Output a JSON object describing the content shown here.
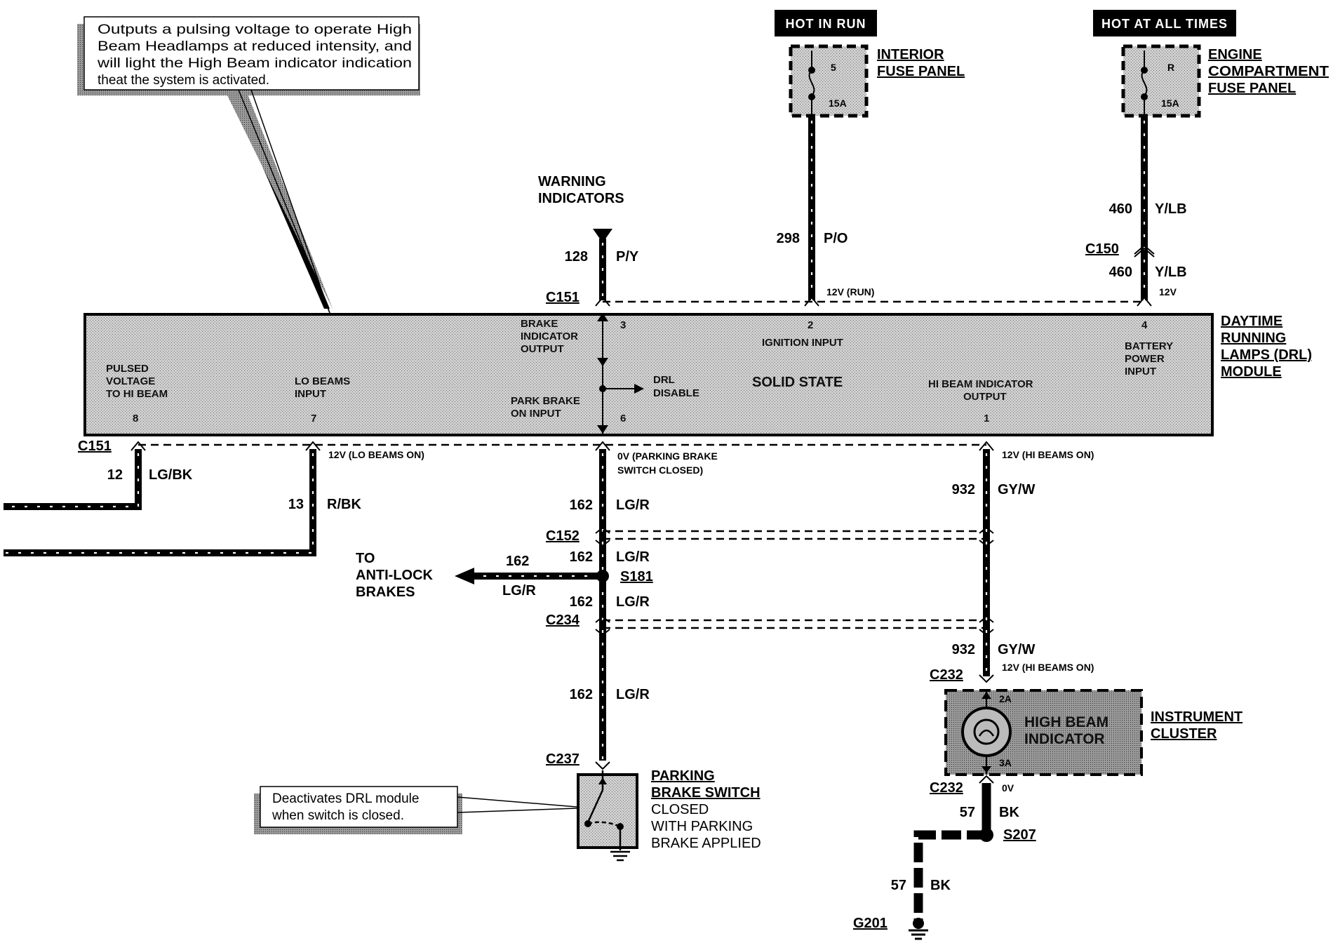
{
  "callouts": {
    "top_note": "Outputs a pulsing voltage to operate High Beam Headlamps at reduced intensity, and will light the High Beam indicator indication theat the system is activated.",
    "top_note_lines": [
      "Outputs a pulsing voltage to operate High",
      "Beam  Headlamps at reduced intensity, and",
      "will light the High Beam indicator indication",
      "theat the system is activated."
    ],
    "switch_note_lines": [
      "Deactivates DRL module",
      "when switch is closed."
    ]
  },
  "power": {
    "hot_in_run": "HOT IN RUN",
    "hot_at_all_times": "HOT AT ALL TIMES",
    "interior_fuse": {
      "number": "5",
      "rating": "15A",
      "panel_lines": [
        "INTERIOR",
        "FUSE PANEL"
      ]
    },
    "engine_fuse": {
      "number": "R",
      "rating": "15A",
      "panel_lines": [
        "ENGINE",
        "COMPARTMENT",
        "FUSE PANEL"
      ]
    }
  },
  "warning": {
    "lines": [
      "WARNING",
      "INDICATORS"
    ]
  },
  "module": {
    "name_lines": [
      "DAYTIME",
      "RUNNING",
      "LAMPS (DRL)",
      "MODULE"
    ],
    "solid_state": "SOLID STATE",
    "pin3_lines": [
      "BRAKE",
      "INDICATOR",
      "OUTPUT"
    ],
    "pin3": "3",
    "pin2": "2",
    "pin2_label": "IGNITION INPUT",
    "pin4": "4",
    "pin4_lines": [
      "BATTERY",
      "POWER",
      "INPUT"
    ],
    "pin8": "8",
    "pin8_lines": [
      "PULSED",
      "VOLTAGE",
      "TO HI BEAM"
    ],
    "pin7": "7",
    "pin7_lines": [
      "LO BEAMS",
      "INPUT"
    ],
    "pin6": "6",
    "pin6_lines": [
      "PARK BRAKE",
      "ON INPUT"
    ],
    "drl_disable_lines": [
      "DRL",
      "DISABLE"
    ],
    "pin1": "1",
    "pin1_lines": [
      "HI BEAM INDICATOR",
      "OUTPUT"
    ]
  },
  "wires": {
    "w128": {
      "num": "128",
      "color": "P/Y"
    },
    "w298": {
      "num": "298",
      "color": "P/O"
    },
    "w460a": {
      "num": "460",
      "color": "Y/LB"
    },
    "w460b": {
      "num": "460",
      "color": "Y/LB"
    },
    "w12": {
      "num": "12",
      "color": "LG/BK"
    },
    "w13": {
      "num": "13",
      "color": "R/BK"
    },
    "w162a": {
      "num": "162",
      "color": "LG/R"
    },
    "w162b": {
      "num": "162",
      "color": "LG/R"
    },
    "w162c": {
      "num": "162",
      "color": "LG/R"
    },
    "w162d": {
      "num": "162",
      "color": "LG/R"
    },
    "w162abs": {
      "num": "162",
      "color": "LG/R"
    },
    "w932a": {
      "num": "932",
      "color": "GY/W"
    },
    "w932b": {
      "num": "932",
      "color": "GY/W"
    },
    "w57a": {
      "num": "57",
      "color": "BK"
    },
    "w57b": {
      "num": "57",
      "color": "BK"
    }
  },
  "voltages": {
    "run": "12V (RUN)",
    "bat": "12V",
    "lo_beams": "12V (LO BEAMS ON)",
    "park_lines": [
      "0V (PARKING BRAKE",
      "SWITCH  CLOSED)"
    ],
    "hi_beams_a": "12V (HI BEAMS ON)",
    "hi_beams_b": "12V (HI BEAMS ON)",
    "zero": "0V"
  },
  "connectors": {
    "c151_top": "C151",
    "c151_left": "C151",
    "c150": "C150",
    "c152": "C152",
    "c234": "C234",
    "c237": "C237",
    "c232_top": "C232",
    "c232_bot": "C232",
    "s181": "S181",
    "s207": "S207",
    "g201": "G201"
  },
  "abs": {
    "lines": [
      "TO",
      "ANTI-LOCK",
      "BRAKES"
    ]
  },
  "switch": {
    "title_lines": [
      "PARKING",
      "BRAKE SWITCH"
    ],
    "desc_lines": [
      "CLOSED",
      "WITH PARKING",
      "BRAKE APPLIED"
    ]
  },
  "cluster": {
    "lines": [
      "INSTRUMENT",
      "CLUSTER"
    ],
    "indicator_lines": [
      "HIGH BEAM",
      "INDICATOR"
    ],
    "pin_top": "2A",
    "pin_bot": "3A"
  }
}
